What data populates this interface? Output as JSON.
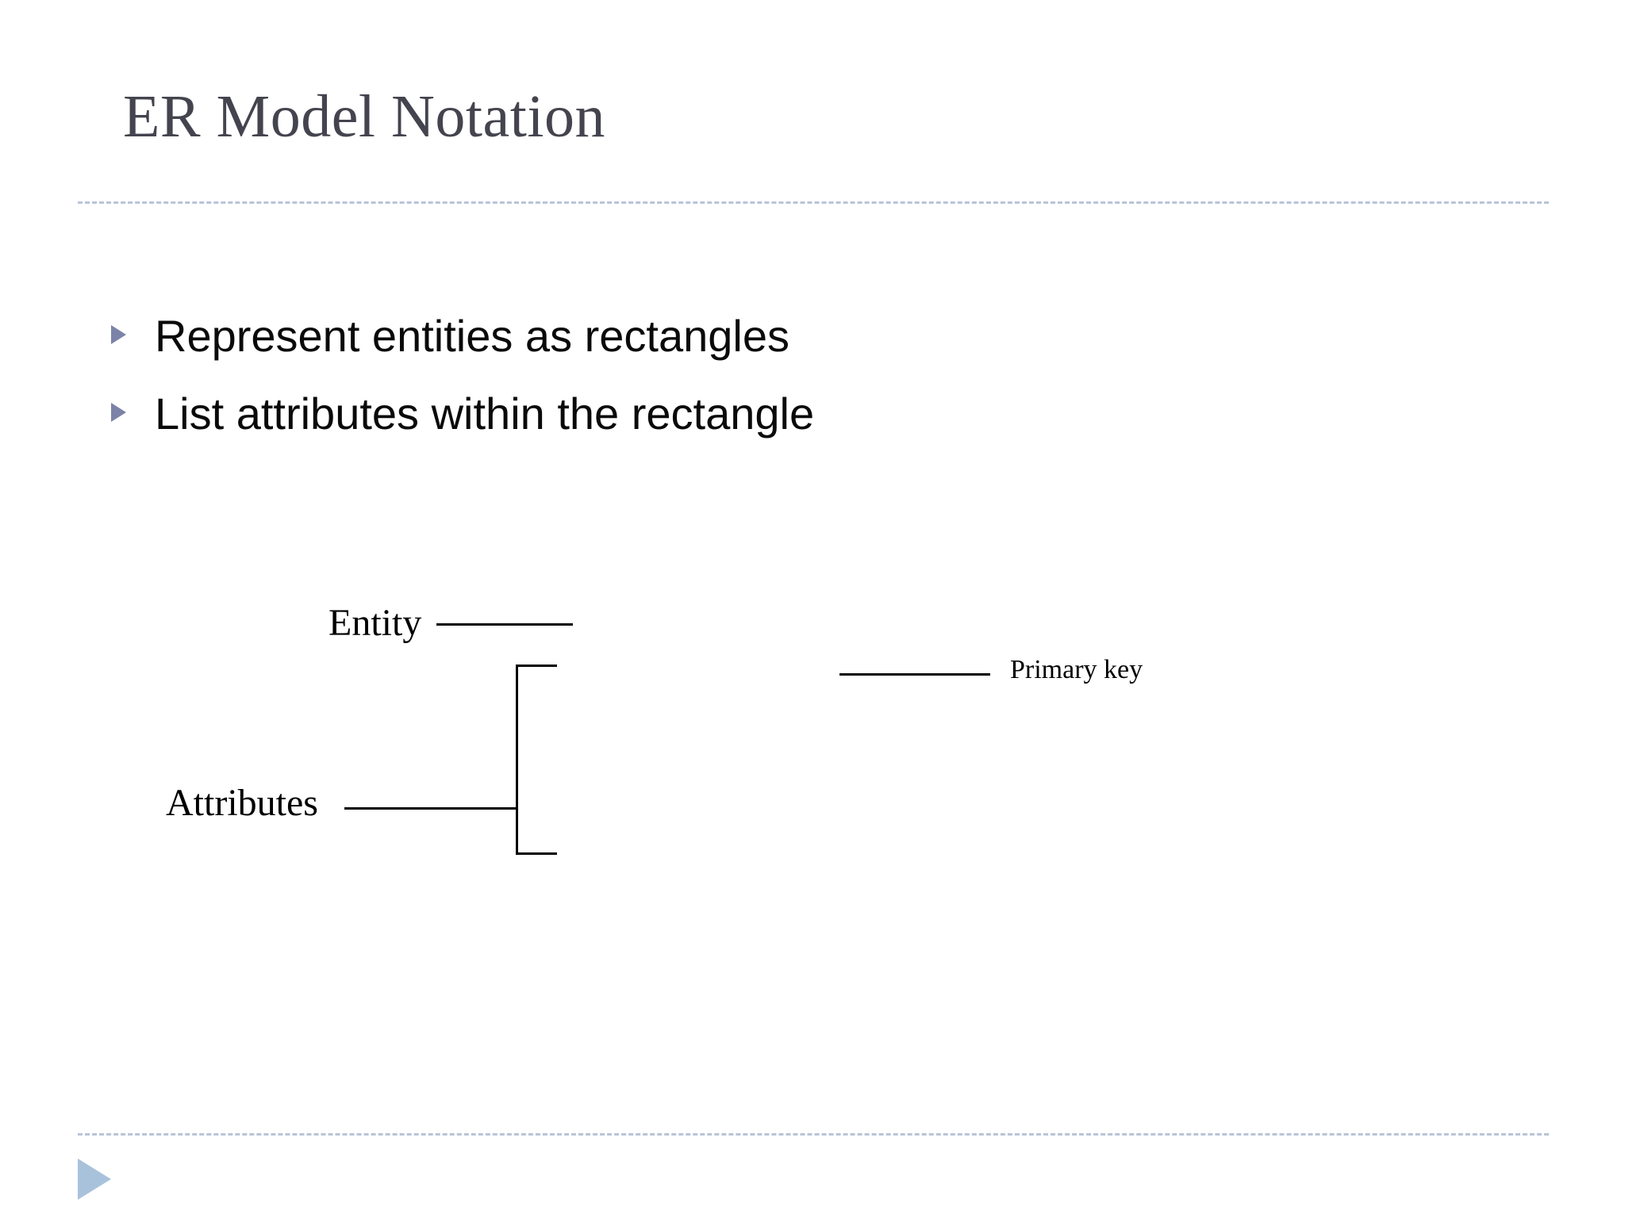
{
  "slide": {
    "title": "ER Model Notation",
    "title_color": "#44444f",
    "background_color": "#ffffff",
    "rule_color": "#b9c4d8",
    "bullet_marker_color": "#7b83a8",
    "footer_arrow_color": "#a9c2dc",
    "diagram_line_color": "#000000"
  },
  "bullets": [
    {
      "text": "Represent entities as rectangles",
      "marker": "triangle-right-bullet-icon"
    },
    {
      "text": "List attributes within the rectangle",
      "marker": "triangle-right-bullet-icon"
    }
  ],
  "diagram": {
    "labels": {
      "entity": "Entity",
      "attributes": "Attributes",
      "primary_key": "Primary key"
    }
  }
}
